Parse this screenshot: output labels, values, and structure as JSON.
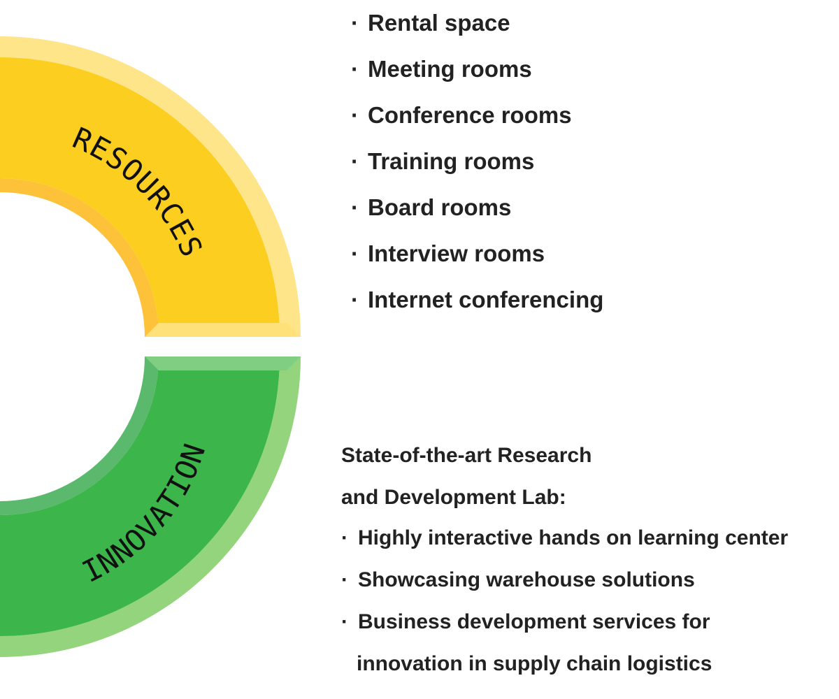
{
  "segments": {
    "resources": {
      "label": "RESOURCES",
      "colors": {
        "main": "#FCCE1F",
        "outer_bevel": "#FFE58A",
        "inner_bevel": "#FDC13A",
        "side_bevel": "#FFE17A"
      }
    },
    "innovation": {
      "label": "INNOVATION",
      "colors": {
        "main": "#3CB54A",
        "outer_bevel": "#93D47C",
        "inner_bevel": "#5AB96C",
        "side_bevel": "#7FCE82"
      }
    }
  },
  "resources_list": {
    "items": [
      "Rental space",
      "Meeting rooms",
      "Conference rooms",
      "Training rooms",
      "Board rooms",
      "Interview rooms",
      "Internet conferencing"
    ]
  },
  "innovation_text": {
    "heading_line1": "State-of-the-art Research",
    "heading_line2": "and Development Lab:",
    "items": [
      "Highly interactive hands on learning center",
      "Showcasing warehouse solutions",
      "Business development services for"
    ],
    "item3_continuation": "innovation in supply chain logistics"
  },
  "bullet_glyph": "·"
}
